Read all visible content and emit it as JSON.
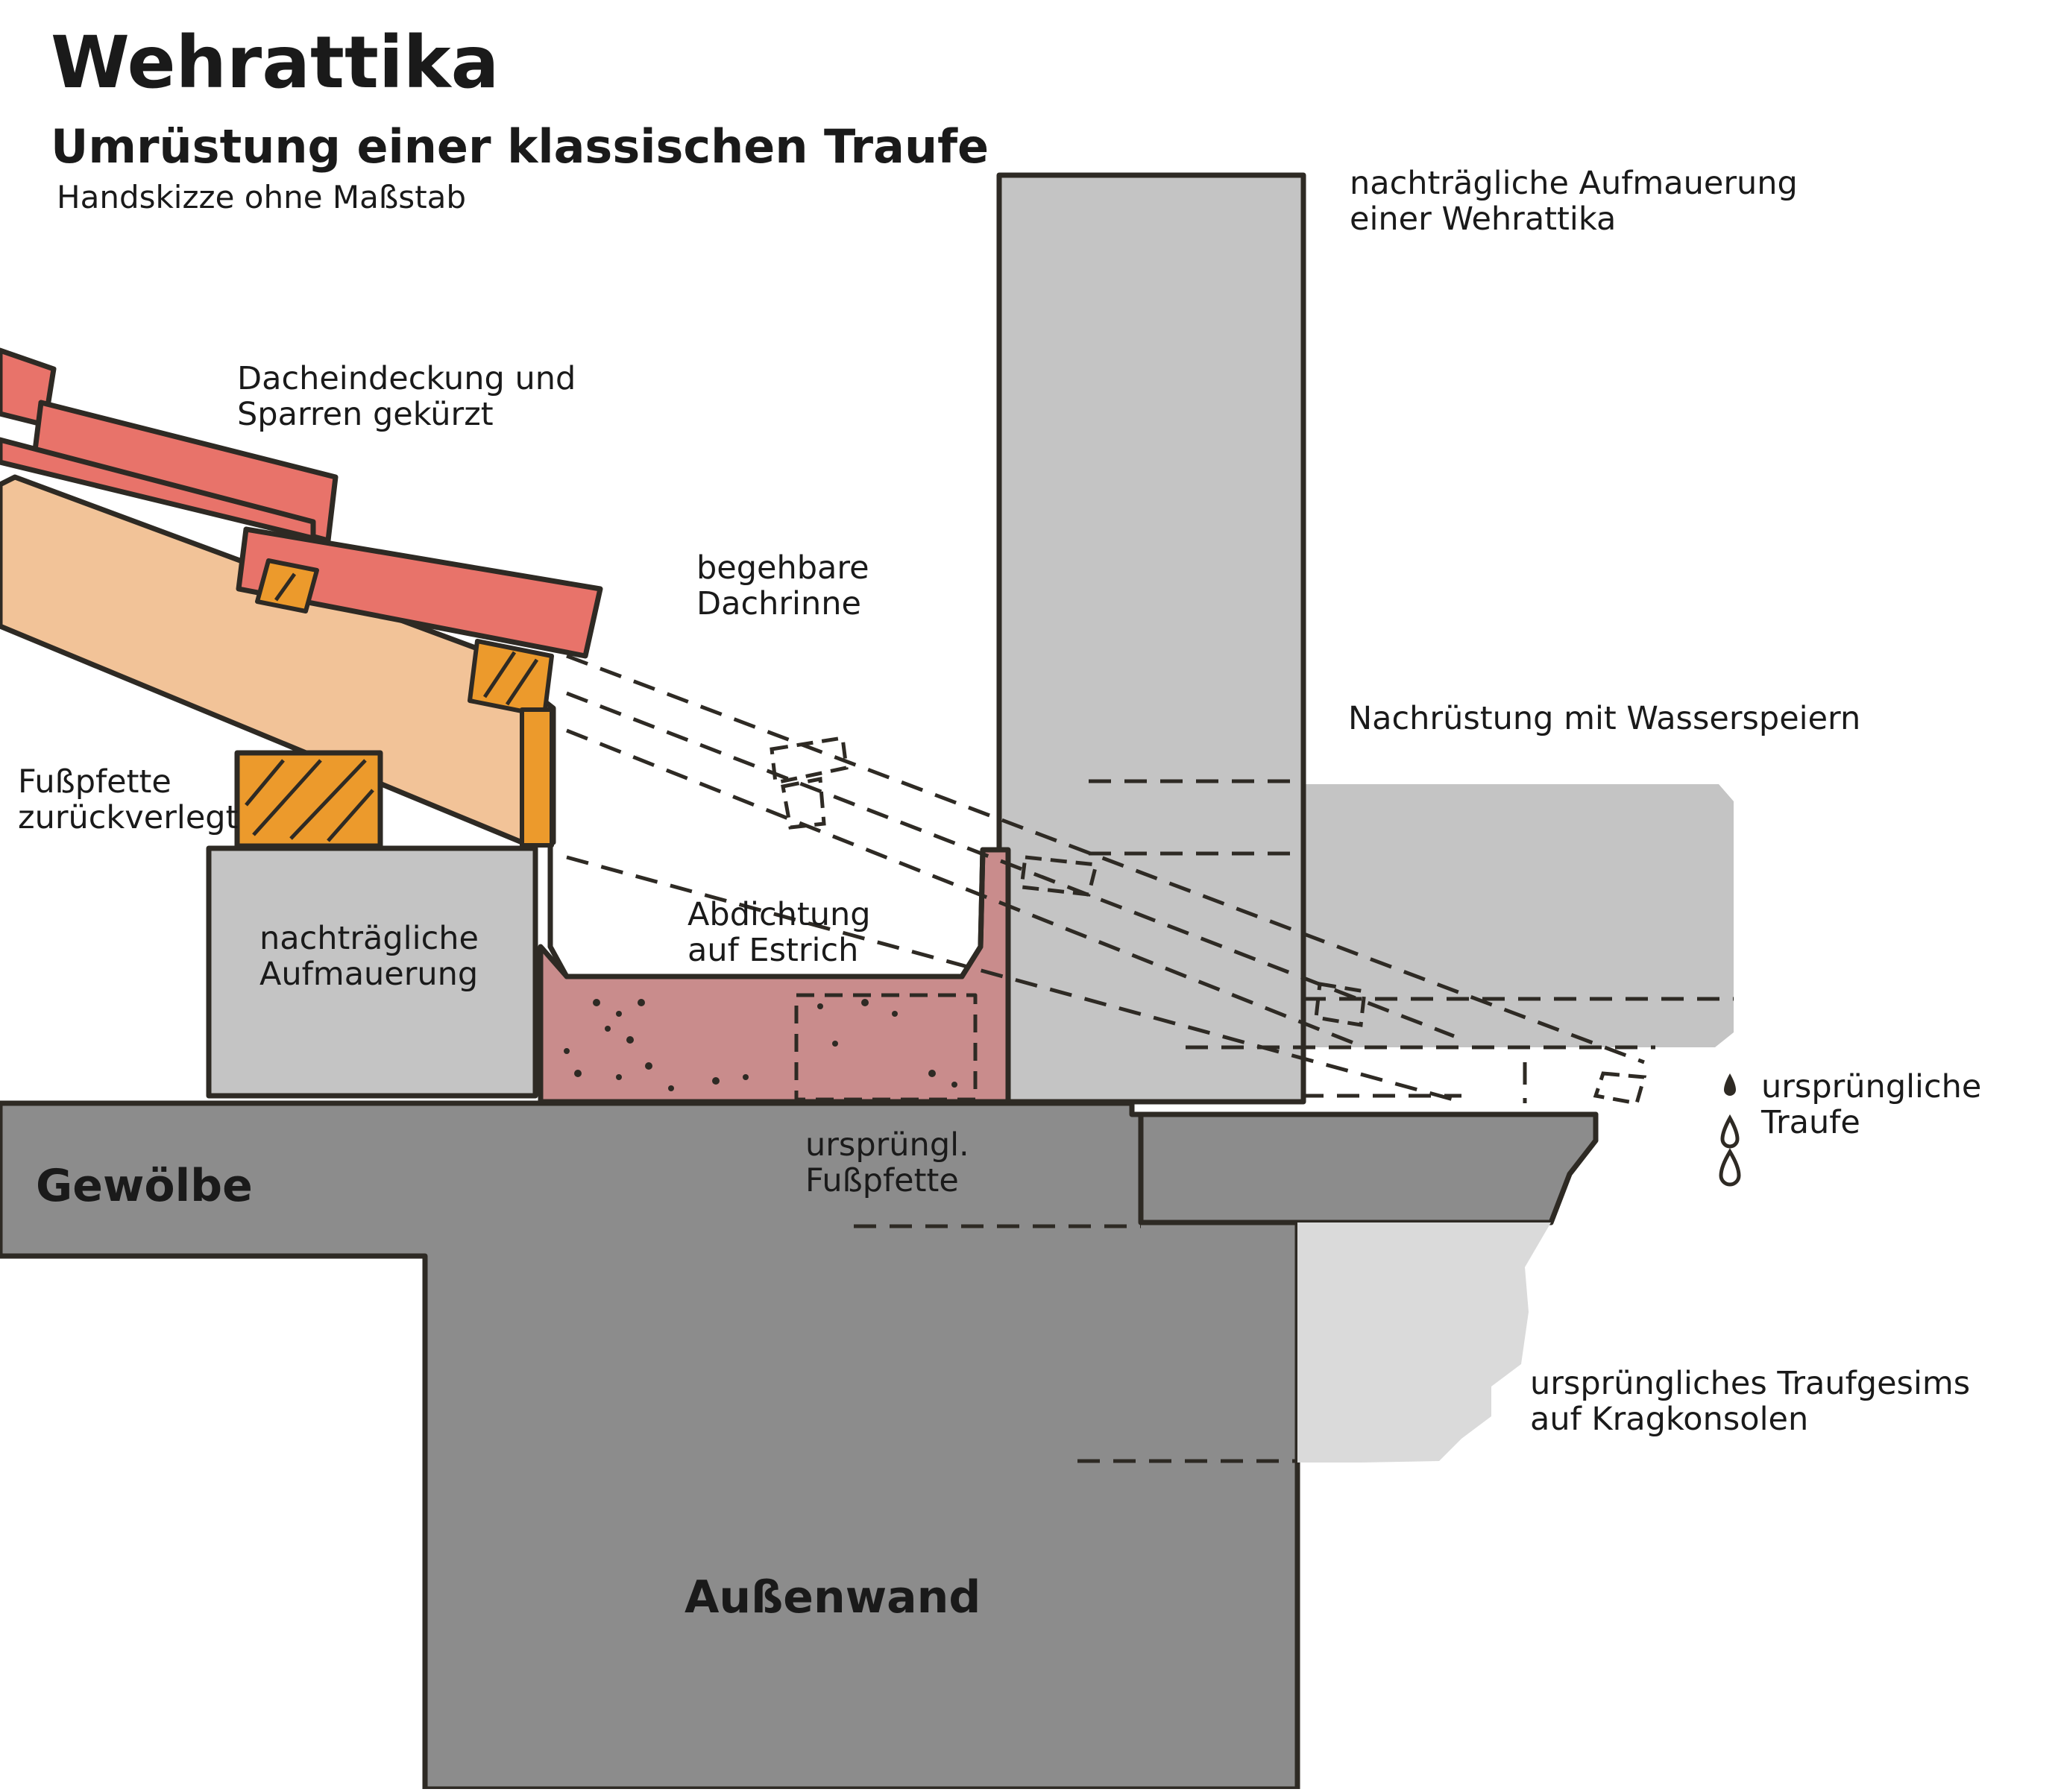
{
  "header": {
    "title": "Wehrattika",
    "subtitle": "Umrüstung einer klassischen Traufe",
    "note": "Handskizze ohne Maßstab"
  },
  "labels": {
    "attika": "nachträgliche Aufmauerung\neiner Wehrattika",
    "dach": "Dacheindeckung und\nSparren gekürzt",
    "rinne": "begehbare\nDachrinne",
    "speier": "Nachrüstung mit Wasserspeiern",
    "fusspfette": "Fußpfette\nzurückverlegt",
    "aufmauerung": "nachträgliche\nAufmauerung",
    "abdichtung": "Abdichtung\nauf Estrich",
    "traufe": "ursprüngliche\nTraufe",
    "gewoelbe": "Gewölbe",
    "alt_fusspfette": "ursprüngl.\nFußpfette",
    "traufgesims": "ursprüngliches Traufgesims\nauf Kragkonsolen",
    "aussenwand": "Außenwand"
  },
  "colors": {
    "wall_dark": "#8c8c8c",
    "wall_light": "#c4c4c4",
    "consoles": "#dadada",
    "roof_tile": "#e8736a",
    "rafter": "#f2c398",
    "timber": "#ec9a2c",
    "screed": "#c98c8c",
    "line": "#2e2a24"
  }
}
